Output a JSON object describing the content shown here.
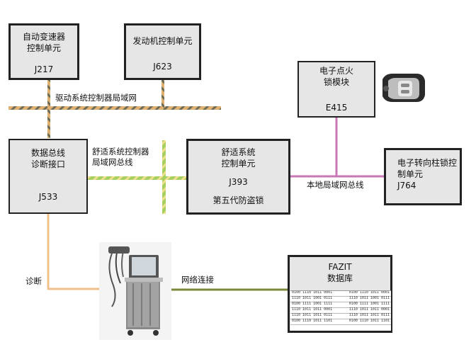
{
  "nodes": {
    "j217": {
      "line1": "自动变速器",
      "line2": "控制单元",
      "code": "J217"
    },
    "j623": {
      "line1": "发动机控制单元",
      "code": "J623"
    },
    "e415": {
      "line1": "电子点火",
      "line2": "锁模块",
      "code": "E415"
    },
    "j533": {
      "line1": "数据总线",
      "line2": "诊断接口",
      "code": "J533"
    },
    "j393": {
      "line1": "舒适系统",
      "line2": "控制单元",
      "code": "J393",
      "note": "第五代防盗锁"
    },
    "j764": {
      "line1": "电子转向柱锁控",
      "line2": "制单元",
      "code": "J764"
    },
    "fazit": {
      "line1": "FAZIT",
      "line2": "数据库"
    }
  },
  "labels": {
    "drive_bus": "驱动系统控制器局域网",
    "comfort_bus_l1": "舒适系统控制器",
    "comfort_bus_l2": "局域网总线",
    "local_bus": "本地局域网总线",
    "diagnosis": "诊断",
    "network": "网络连接"
  },
  "binary_rows": [
    [
      "0100 1110 1011 0001",
      "0100 1110 1011 0001"
    ],
    [
      "1110 1011 1001 0111",
      "1110 1011 1001 0111"
    ],
    [
      "0100 1111 1001 1111",
      "0100 1111 1001 1111"
    ],
    [
      "1110 1011 1011 0001",
      "1110 1011 1011 0001"
    ],
    [
      "1110 1011 1011 0111",
      "1110 1011 1011 0111"
    ],
    [
      "0100 1110 1011 1101",
      "0100 1110 1011 1101"
    ]
  ],
  "colors": {
    "drive_bus": "#c8a05a",
    "comfort_bus": "#8fbf4a",
    "local_bus": "#c878b4",
    "diagnosis_line": "#f0c08a",
    "network_line": "#7a8a3a"
  }
}
